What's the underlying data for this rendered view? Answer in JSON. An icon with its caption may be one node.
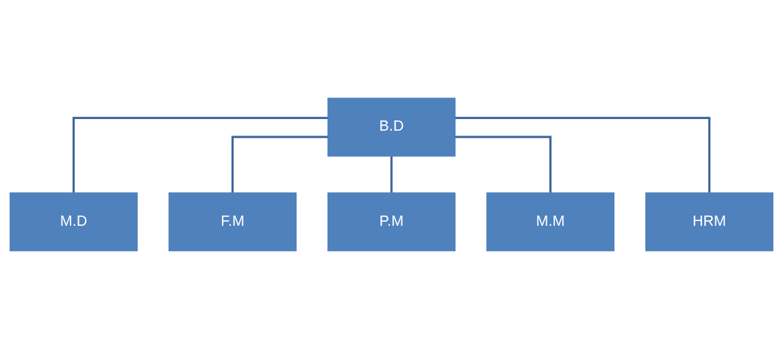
{
  "diagram": {
    "nodes": [
      {
        "text": [
          "B.D"
        ]
      },
      {
        "text": [
          "M.D"
        ]
      },
      {
        "text": [
          "F.M"
        ]
      },
      {
        "text": [
          "P.M"
        ]
      },
      {
        "text": [
          "M.M"
        ]
      },
      {
        "text": [
          "HRM"
        ]
      }
    ],
    "edges": [
      {
        "from": 0,
        "to": 1,
        "arrow": "none"
      },
      {
        "from": 0,
        "to": 2,
        "arrow": "none"
      },
      {
        "from": 0,
        "to": 3,
        "arrow": "none"
      },
      {
        "from": 0,
        "to": 4,
        "arrow": "none"
      },
      {
        "from": 0,
        "to": 5,
        "arrow": "none"
      }
    ]
  }
}
